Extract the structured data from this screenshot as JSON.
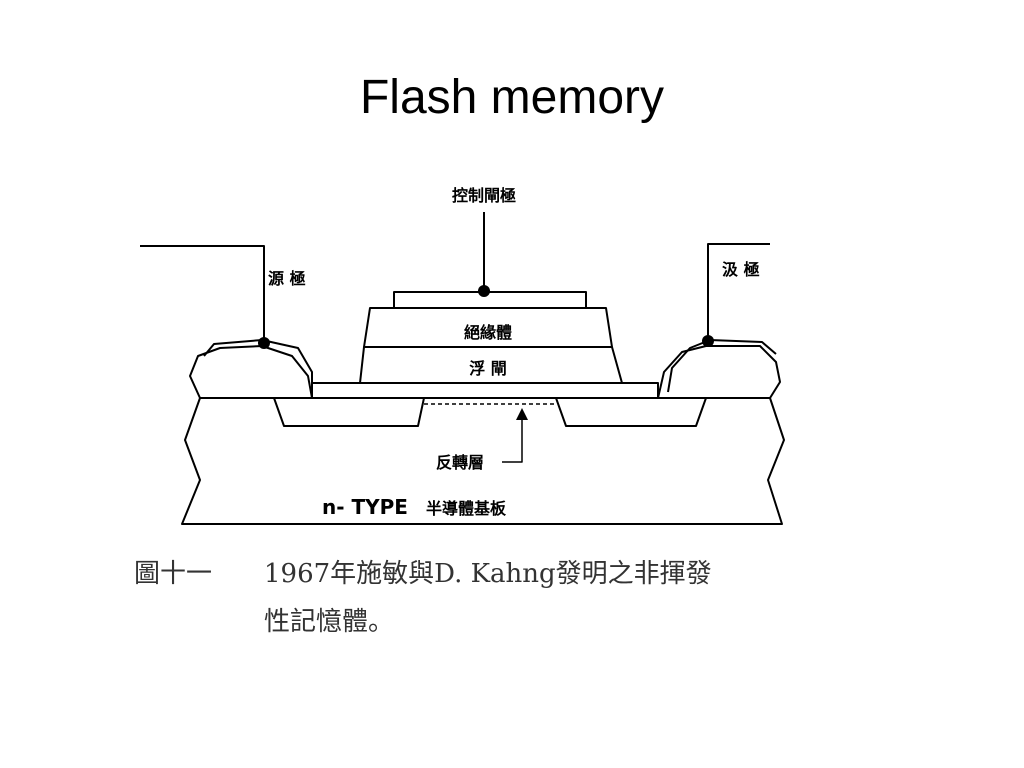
{
  "slide": {
    "title": "Flash memory"
  },
  "diagram": {
    "labels": {
      "control_gate": "控制閘極",
      "source": "源 極",
      "drain": "汲 極",
      "insulator": "絕緣體",
      "floating_gate": "浮 閘",
      "inversion_layer": "反轉層",
      "substrate_type": "n- TYPE",
      "substrate_name": "半導體基板"
    }
  },
  "caption": {
    "figure_tag": "圖十一",
    "line1": "1967年施敏與D. Kahng發明之非揮發",
    "line2": "性記憶體。"
  }
}
